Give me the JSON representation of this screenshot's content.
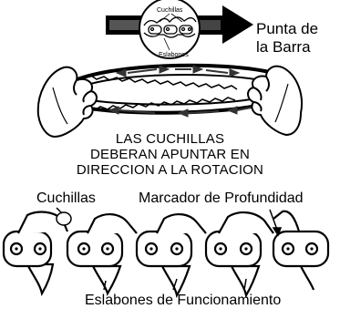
{
  "labels": {
    "punta_line1": "Punta de",
    "punta_line2": "la Barra",
    "warning_line1": "LAS CUCHILLAS",
    "warning_line2": "DEBERAN APUNTAR EN",
    "warning_line3": "DIRECCION A LA ROTACION",
    "cuchillas": "Cuchillas",
    "marcador": "Marcador de Profundidad",
    "eslabones": "Eslabones de Funcionamiento",
    "inset_cuchillas": "Cuchillas",
    "inset_eslabones": "Eslabones"
  },
  "colors": {
    "ink": "#000000",
    "paper": "#ffffff",
    "arrow_gray": "#666666"
  }
}
